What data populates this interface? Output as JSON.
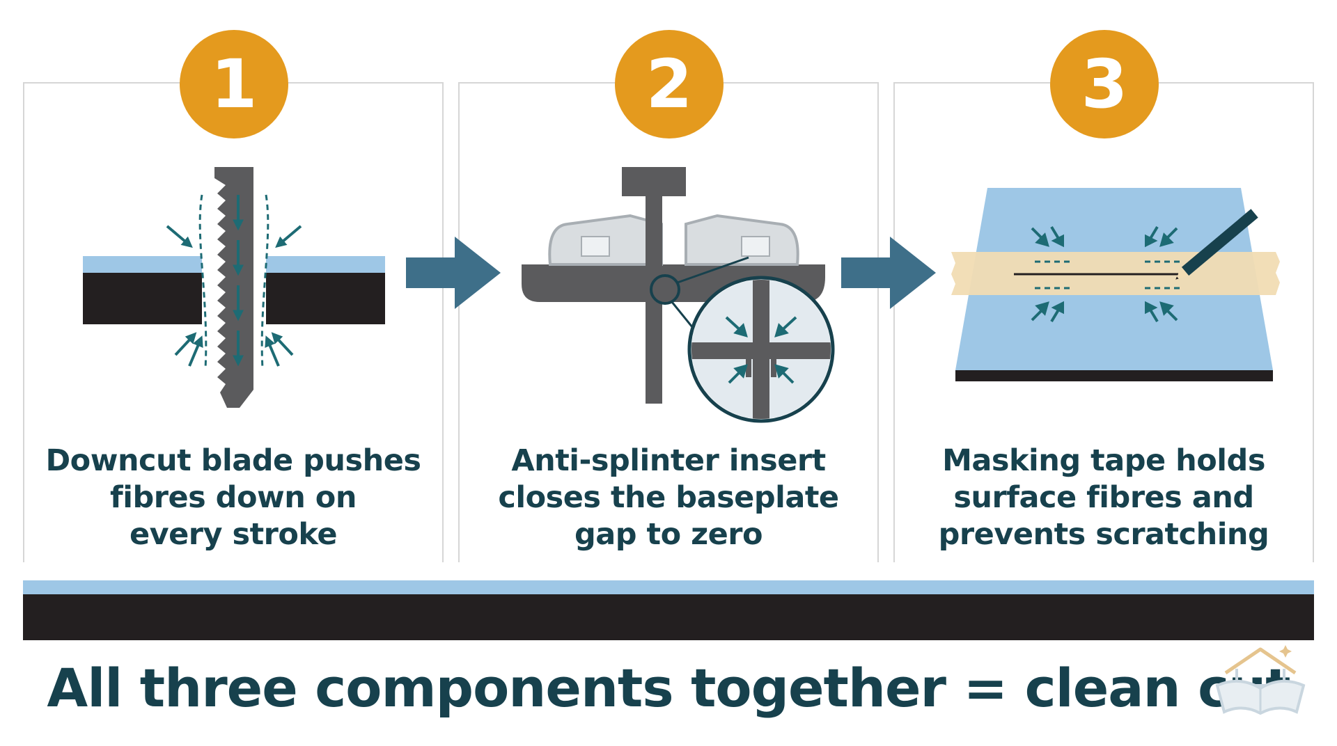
{
  "steps": [
    {
      "number": "1",
      "caption": [
        "Downcut blade pushes",
        "fibres down on",
        "every stroke"
      ]
    },
    {
      "number": "2",
      "caption": [
        "Anti-splinter insert",
        "closes the baseplate",
        "gap to zero"
      ]
    },
    {
      "number": "3",
      "caption": [
        "Masking tape holds",
        "surface fibres and",
        "prevents scratching"
      ]
    }
  ],
  "conclusion": "All three components together = clean cut",
  "colors": {
    "accent_orange": "#e49a1e",
    "text_teal": "#17414d",
    "arrow_blue": "#3e6f89",
    "material_blue": "#9ec7e6",
    "material_black": "#231f20",
    "fibre_teal": "#1d6b74"
  },
  "icons": [
    "step-arrow-icon",
    "house-book-logo-icon"
  ]
}
